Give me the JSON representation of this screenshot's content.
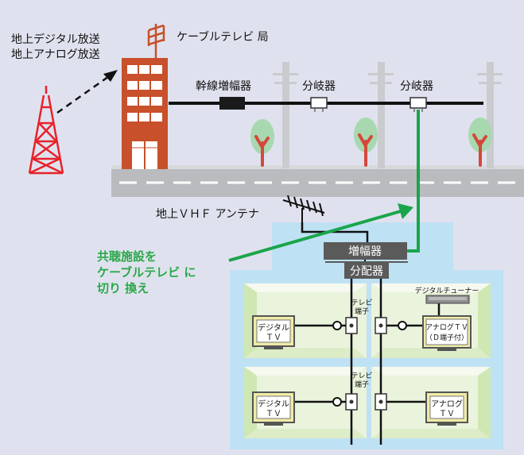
{
  "broadcast": {
    "line1": "地上デジタル放送",
    "line2": "地上アナログ放送"
  },
  "station": {
    "label": "ケーブルテレビ 局"
  },
  "trunk": {
    "amp_label": "幹線増幅器",
    "splitter1_label": "分岐器",
    "splitter2_label": "分岐器"
  },
  "antenna": {
    "label": "地上ＶＨＦ アンテナ"
  },
  "building": {
    "amplifier_label": "増幅器",
    "distributor_label": "分配器",
    "terminal_label_upper_1": "テレビ",
    "terminal_label_upper_2": "端子",
    "terminal_label_lower_1": "テレビ",
    "terminal_label_lower_2": "端子",
    "tuner_label": "デジタルチューナー",
    "tv_upper_left": {
      "line1": "デジタル",
      "line2": "ＴＶ"
    },
    "tv_upper_right": {
      "line1": "アナログＴＶ",
      "line2": "（Ｄ端子付）"
    },
    "tv_lower_left": {
      "line1": "デジタル",
      "line2": "ＴＶ"
    },
    "tv_lower_right": {
      "line1": "アナログ",
      "line2": "ＴＶ"
    }
  },
  "note": {
    "line1": "共聴施設を",
    "line2": "ケーブルテレビ に",
    "line3": "切り 換え"
  },
  "colors": {
    "background": "#dfe2ee",
    "tower": "#e8222b",
    "station": "#c8502b",
    "road": "#b9bbbe",
    "cable_green": "#1aa54b",
    "building_blue": "#bfe1f4",
    "room_wall": "#eaf3dc",
    "equipment": "#5a5a5a",
    "tree_leaf": "#a8d8b0",
    "tree_trunk": "#d4483a",
    "note_text": "#2aa84a"
  },
  "icons": [
    "radio-tower-icon",
    "station-antenna-icon",
    "vhf-antenna-icon",
    "tree-icon",
    "utility-pole-icon",
    "tv-icon",
    "tuner-icon"
  ]
}
